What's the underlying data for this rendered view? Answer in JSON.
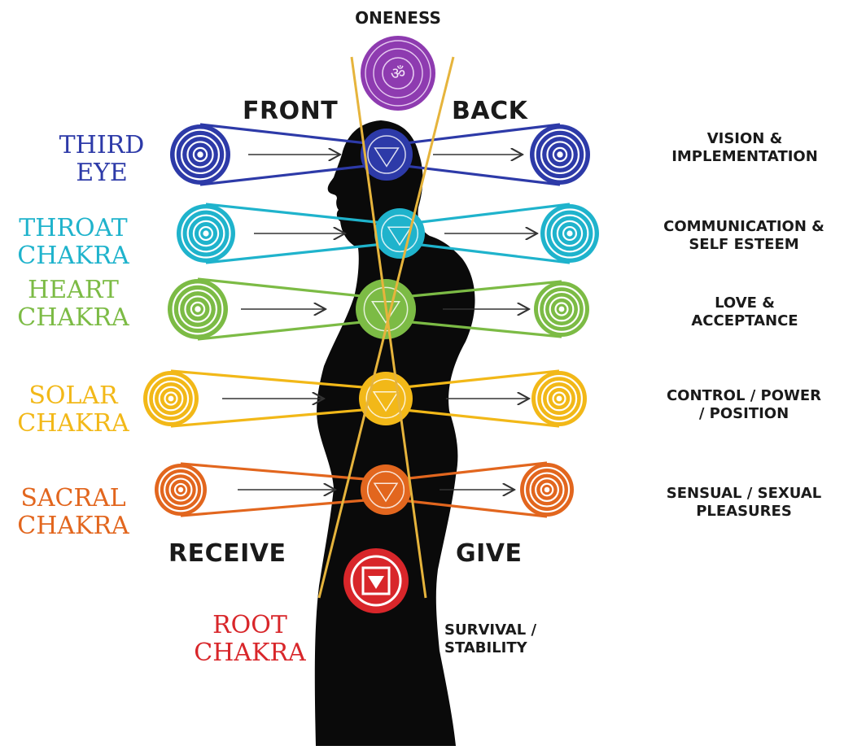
{
  "header": {
    "top_label": "ONENESS",
    "front_label": "FRONT",
    "back_label": "BACK",
    "receive_label": "RECEIVE",
    "give_label": "GIVE"
  },
  "chakras": [
    {
      "id": "third-eye",
      "name_line1": "THIRD",
      "name_line2": "EYE",
      "desc_line1": "VISION &",
      "desc_line2": "IMPLEMENTATION",
      "color": "#2d3aa8"
    },
    {
      "id": "throat",
      "name_line1": "THROAT",
      "name_line2": "CHAKRA",
      "desc_line1": "COMMUNICATION &",
      "desc_line2": "SELF ESTEEM",
      "color": "#1fb3cc"
    },
    {
      "id": "heart",
      "name_line1": "HEART",
      "name_line2": "CHAKRA",
      "desc_line1": "LOVE &",
      "desc_line2": "ACCEPTANCE",
      "color": "#7cbb45"
    },
    {
      "id": "solar",
      "name_line1": "SOLAR",
      "name_line2": "CHAKRA",
      "desc_line1": "CONTROL / POWER",
      "desc_line2": "/ POSITION",
      "color": "#f2b818"
    },
    {
      "id": "sacral",
      "name_line1": "SACRAL",
      "name_line2": "CHAKRA",
      "desc_line1": "SENSUAL / SEXUAL",
      "desc_line2": "PLEASURES",
      "color": "#e2661e"
    },
    {
      "id": "root",
      "name_line1": "ROOT",
      "name_line2": "CHAKRA",
      "desc_line1": "SURVIVAL /",
      "desc_line2": "STABILITY",
      "color": "#d8262a"
    }
  ],
  "crown": {
    "color": "#8e3bb0"
  },
  "colors": {
    "silhouette": "#0a0a0a",
    "guide_lines": "#e6b43c",
    "text_dark": "#1a1a1a"
  }
}
